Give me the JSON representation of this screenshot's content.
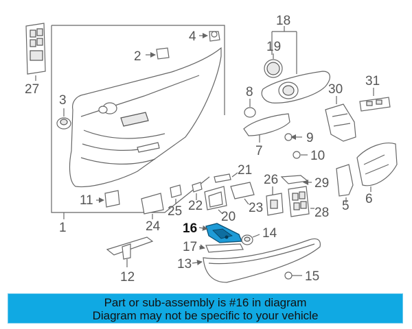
{
  "diagram": {
    "labels": [
      "1",
      "2",
      "3",
      "4",
      "5",
      "6",
      "7",
      "8",
      "9",
      "10",
      "11",
      "12",
      "13",
      "14",
      "15",
      "16",
      "17",
      "18",
      "19",
      "20",
      "21",
      "22",
      "23",
      "24",
      "25",
      "26",
      "27",
      "28",
      "29",
      "30",
      "31"
    ],
    "highlighted_part": "16"
  },
  "notice": {
    "line1": "Part or sub-assembly is #16 in diagram",
    "line2": "Diagram may not be specific to your vehicle"
  },
  "colors": {
    "banner": "#10a9e3",
    "highlight": "#1e9bd7"
  }
}
